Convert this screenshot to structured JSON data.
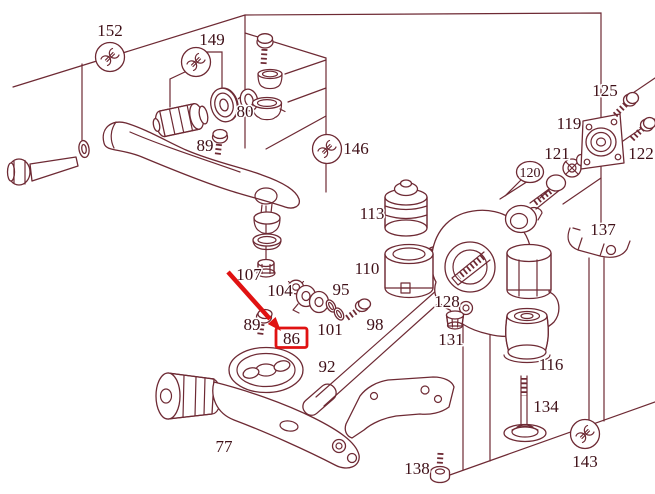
{
  "diagram": {
    "type": "exploded-parts-diagram",
    "subject": "front suspension control arm assembly",
    "highlighted_part": "86",
    "colors": {
      "line": "#6e2a34",
      "text": "#3f1018",
      "highlight": "#e01212",
      "background": "#ffffff"
    },
    "icons": {
      "tool": "wrench-icon",
      "highlight": "arrow-icon"
    },
    "callouts": [
      {
        "label": "152"
      },
      {
        "label": "149"
      },
      {
        "label": "80"
      },
      {
        "label": "89"
      },
      {
        "label": "146"
      },
      {
        "label": "113"
      },
      {
        "label": "110"
      },
      {
        "label": "107"
      },
      {
        "label": "104"
      },
      {
        "label": "95"
      },
      {
        "label": "101"
      },
      {
        "label": "98"
      },
      {
        "label": "89"
      },
      {
        "label": "86"
      },
      {
        "label": "92"
      },
      {
        "label": "77"
      },
      {
        "label": "128"
      },
      {
        "label": "131"
      },
      {
        "label": "116"
      },
      {
        "label": "134"
      },
      {
        "label": "138"
      },
      {
        "label": "143"
      },
      {
        "label": "137"
      },
      {
        "label": "119"
      },
      {
        "label": "121"
      },
      {
        "label": "120"
      },
      {
        "label": "122"
      },
      {
        "label": "125"
      }
    ]
  }
}
